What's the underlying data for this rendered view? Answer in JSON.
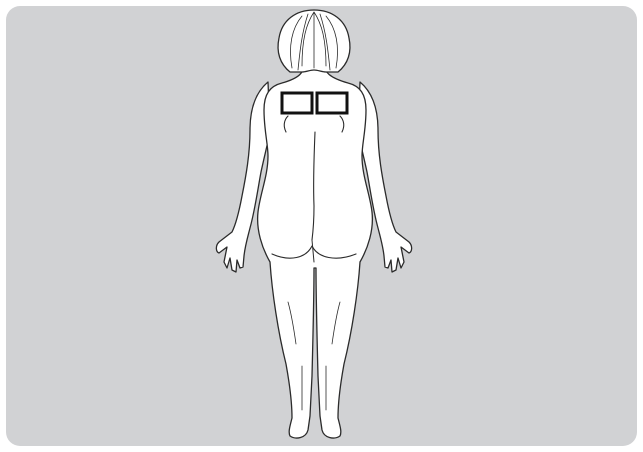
{
  "colors": {
    "background": "#d1d2d4",
    "page": "#ffffff",
    "body_fill": "#ffffff",
    "outline": "#2b2b2b",
    "hair": "#ffffff",
    "electrode_outline": "#111111",
    "electrode_fill": "#ffffff"
  },
  "figure": {
    "view": "posterior",
    "icons": {
      "body": "human-figure-back-icon",
      "electrodes": "electrode-pad-icon"
    },
    "electrode_pad_count": 2,
    "electrode_location": "upper-back-shoulders"
  }
}
